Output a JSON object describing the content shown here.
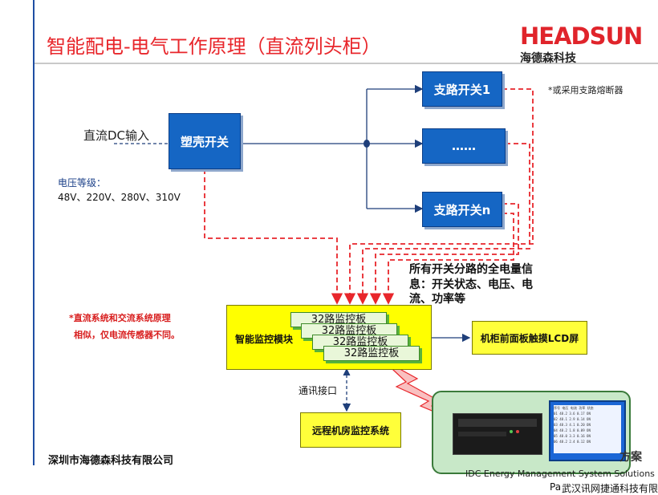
{
  "title": "智能配电-电气工作原理（直流列头柜）",
  "logo": {
    "brand": "HEADSUN",
    "cn": "海德森科技",
    "color": "#e0242b"
  },
  "input_label": "直流DC输入",
  "breaker": "塑壳开关",
  "voltage": {
    "label": "电压等级：",
    "values": "48V、220V、280V、310V"
  },
  "branches": [
    "支路开关1",
    "……",
    "支路开关n"
  ],
  "fuse_note": "*或采用支路熔断器",
  "info_text": [
    "所有开关分路的全电量信",
    "息：开关状态、电压、电",
    "流、功率等"
  ],
  "monitor_module": "智能监控模块",
  "cards": [
    "32路监控板",
    "32路监控板",
    "32路监控板",
    "32路监控板"
  ],
  "lcd": "机柜前面板触摸LCD屏",
  "comm": "通讯接口",
  "remote": "远程机房监控系统",
  "dc_note": [
    "*直流系统和交流系统原理",
    "相似，仅电流传感器不同。"
  ],
  "footer": {
    "left": "深圳市海德森科技有限公司",
    "right": "IDC Energy Management System Solutions",
    "page": "Pa",
    "company": "武汉讯网捷通科技有限公司",
    "solution_suffix": "方案"
  },
  "device_screen": {
    "header": [
      "序号",
      "电压",
      "电流",
      "功率",
      "状态"
    ],
    "rows": [
      [
        "01",
        "48.2",
        "3.6",
        "0.17",
        "ON"
      ],
      [
        "02",
        "48.1",
        "2.9",
        "0.14",
        "ON"
      ],
      [
        "03",
        "48.3",
        "4.1",
        "0.20",
        "ON"
      ],
      [
        "04",
        "48.2",
        "1.8",
        "0.09",
        "ON"
      ],
      [
        "05",
        "48.0",
        "3.3",
        "0.16",
        "ON"
      ],
      [
        "06",
        "48.2",
        "2.4",
        "0.12",
        "ON"
      ]
    ]
  },
  "colors": {
    "blue": "#1566c4",
    "yellow": "#ffff00",
    "red_dash": "#e8262b",
    "title": "#e8262b"
  }
}
